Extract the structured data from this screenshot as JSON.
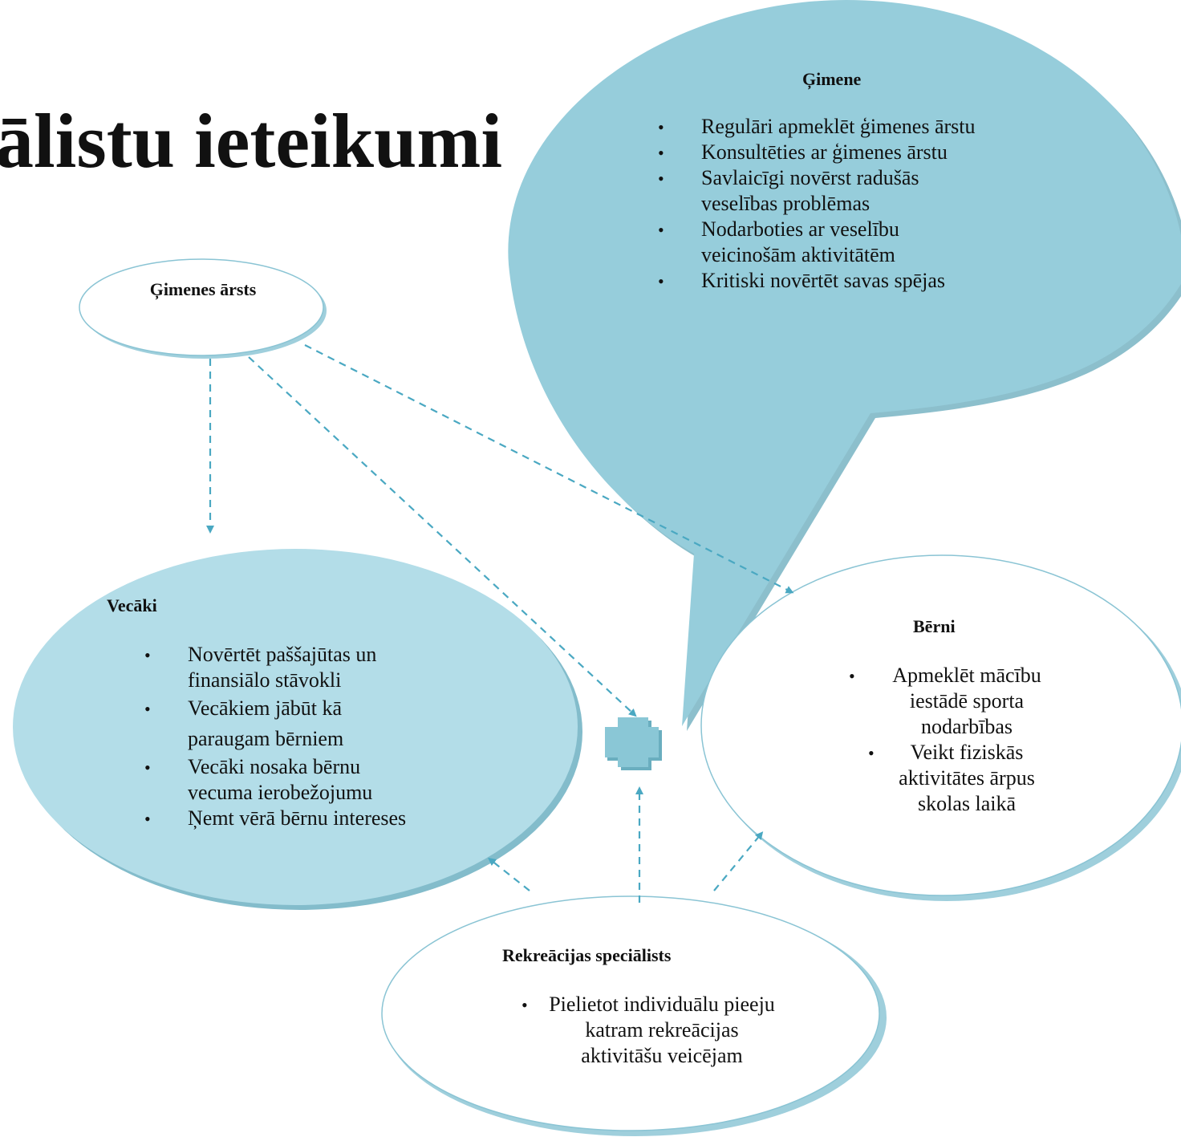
{
  "title": "ālistu ieteikumi",
  "colors": {
    "bubble": "#96cddb",
    "vecaki_fill": "#b3dde8",
    "outline": "#8ac4d4",
    "arrow": "#4aa8c2",
    "plus": "#8ac7d6"
  },
  "gimene": {
    "heading": "Ģimene",
    "items": [
      "Regulāri apmeklēt ģimenes ārstu",
      "Konsultēties ar ģimenes ārstu",
      "Savlaicīgi novērst radušās veselības problēmas",
      "Nodarboties ar veselību veicinošām aktivitātēm",
      "Kritiski novērtēt savas spējas"
    ]
  },
  "gimenes_arsts": {
    "heading": "Ģimenes ārsts"
  },
  "vecaki": {
    "heading": "Vecāki",
    "items": [
      "Novērtēt paššajūtas un finansiālo stāvokli",
      "Vecākiem jābūt kā paraugam bērniem",
      "Vecāki nosaka bērnu vecuma ierobežojumu",
      "Ņemt vērā bērnu intereses"
    ]
  },
  "berni": {
    "heading": "Bērni",
    "items": [
      "Apmeklēt mācību iestādē sporta nodarbības",
      "Veikt fiziskās aktivitātes ārpus skolas laikā"
    ]
  },
  "rekreacijas": {
    "heading": "Rekreācijas speciālists",
    "items": [
      "Pielietot individuālu pieeju katram rekreācijas aktivitāšu veicējam"
    ]
  }
}
